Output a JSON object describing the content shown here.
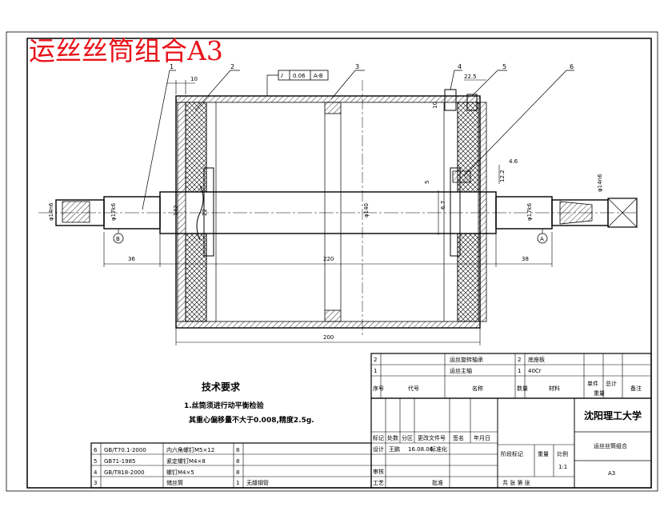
{
  "title": "运丝丝筒组合A3",
  "colors": {
    "title_red": "#e8131a",
    "line": "#000000",
    "hatch": "#000000"
  },
  "balloons": [
    "1",
    "2",
    "3",
    "4",
    "5",
    "6"
  ],
  "dimensions": {
    "d10": "10",
    "d22_5": "22.5",
    "d10v": "10",
    "d4_6": "4.6",
    "d12_2": "12.2",
    "d5": "5",
    "d6_7": "6.7",
    "d142": "142",
    "d22": "22",
    "dphi140": "φ140",
    "dphi14": "φ14n6",
    "dphi17l": "φ17k6",
    "dphi17r": "φ17k6",
    "dphi14r": "φ14n6",
    "d36": "36",
    "d220": "220",
    "d38": "38",
    "d200": "200"
  },
  "gdt": {
    "symbol": "⫽",
    "tol": "0.06",
    "datum": "A-B"
  },
  "section_marks": {
    "left": "B",
    "right": "A"
  },
  "tech_req": {
    "heading": "技术要求",
    "line1": "1.丝筒须进行动平衡检验",
    "line2": "其重心偏移量不大于0.008,精度2.5g."
  },
  "bom_top": [
    {
      "no": "2",
      "name": "运丝旋转轴承",
      "qty": "2",
      "material": "底座板"
    },
    {
      "no": "1",
      "name": "运丝主轴",
      "qty": "1",
      "material": "40Cr"
    }
  ],
  "bom_header": {
    "no": "序号",
    "code": "代号",
    "name": "名称",
    "qty": "数量",
    "material": "材料",
    "unit": "单件",
    "total": "总计",
    "weight": "重量",
    "remark": "备注"
  },
  "bom_left": [
    {
      "no": "6",
      "code": "GB/T70.1-2000",
      "name": "内六角螺钉M5×12",
      "qty": "8"
    },
    {
      "no": "5",
      "code": "GB71-1985",
      "name": "紧定螺钉M4×8",
      "qty": "8"
    },
    {
      "no": "4",
      "code": "GB/T818-2000",
      "name": "螺钉M4×5",
      "qty": "8"
    },
    {
      "no": "3",
      "code": "",
      "name": "储丝筒",
      "qty": "1",
      "material": "无缝钢管"
    }
  ],
  "title_block": {
    "university": "沈阳理工大学",
    "drawing_name": "运丝丝筒组合",
    "code": "A3",
    "scale": "1:1",
    "rev_headers": [
      "标记",
      "处数",
      "分区",
      "更改文件号",
      "签名",
      "年月日"
    ],
    "design": "设计",
    "designer": "王鹏",
    "date": "16.08.06",
    "std": "标准化",
    "check": "审核",
    "process": "工艺",
    "approve": "批准",
    "stage": "阶段标记",
    "weight": "重量",
    "ratio": "比例",
    "sheets": "共  张  第  张"
  }
}
